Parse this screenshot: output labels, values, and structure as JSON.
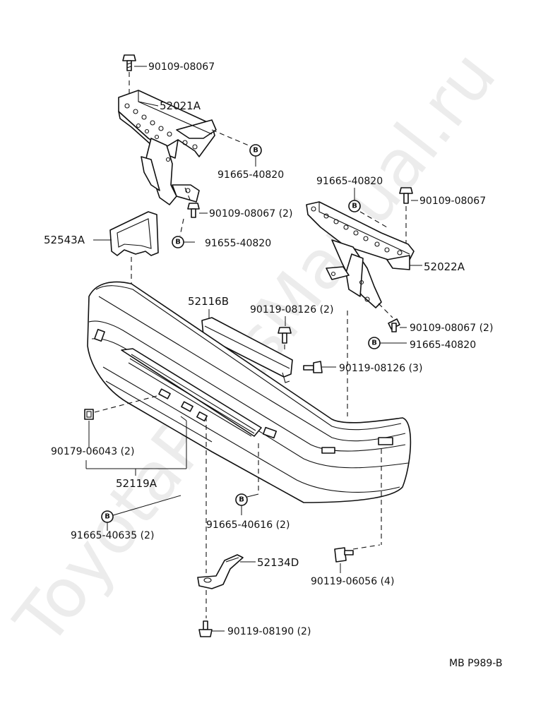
{
  "watermark": "ToyotaPartsManual.ru",
  "diagram_code": "MB P989-B",
  "badge_letter": "B",
  "labels": {
    "bolt_top_left": "90109-08067",
    "bracket_left": "52021A",
    "washer_left_outer": "91665-40820",
    "bolt_left_lower": "90109-08067 (2)",
    "washer_left_lower": "91655-40820",
    "retainer_left": "52543A",
    "washer_right_upper": "91665-40820",
    "bolt_top_right": "90109-08067",
    "bracket_right": "52022A",
    "reinforcement": "52116B",
    "screw_reinforcement_top": "90119-08126 (2)",
    "bolt_right_lower": "90109-08067 (2)",
    "washer_right_lower": "91665-40820",
    "screw_reinforcement_side": "90119-08126 (3)",
    "clip_left": "90179-06043 (2)",
    "bumper_cover": "52119A",
    "washer_center": "91665-40616 (2)",
    "washer_bottom_left": "91665-40635 (2)",
    "screw_bottom_right": "90119-06056 (4)",
    "bracket_bottom": "52134D",
    "bolt_bottom": "90119-08190 (2)"
  }
}
